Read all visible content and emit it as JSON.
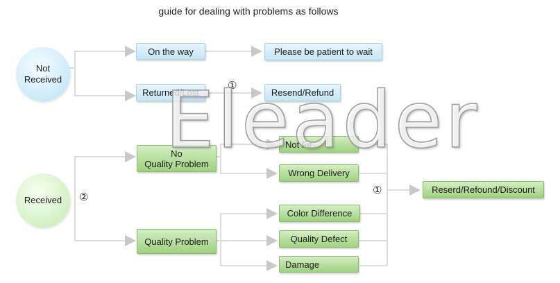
{
  "title": "guide for dealing with problems as follows",
  "watermark": "Eleader",
  "markers": {
    "one": "①",
    "two": "②"
  },
  "nodes": {
    "not_received": "Not\nReceived",
    "received": "Received",
    "on_the_way": "On the way",
    "returned_lost": "Returned/Lost",
    "be_patient": "Please be patient to wait",
    "resend_refund": "Resend/Refund",
    "no_quality_problem": "No\nQuality Problem",
    "quality_problem": "Quality Problem",
    "not_fit": "Not Fit",
    "wrong_delivery": "Wrong Delivery",
    "color_difference": "Color Difference",
    "quality_defect": "Quality Defect",
    "damage": "Damage",
    "reserd_refound_discount": "Reserd/Refound/Discount"
  },
  "colors": {
    "blue_node": "#c5e5f6",
    "green_node": "#9fd17f",
    "connector": "#dcdcdc",
    "arrow": "#c8c8c8"
  }
}
